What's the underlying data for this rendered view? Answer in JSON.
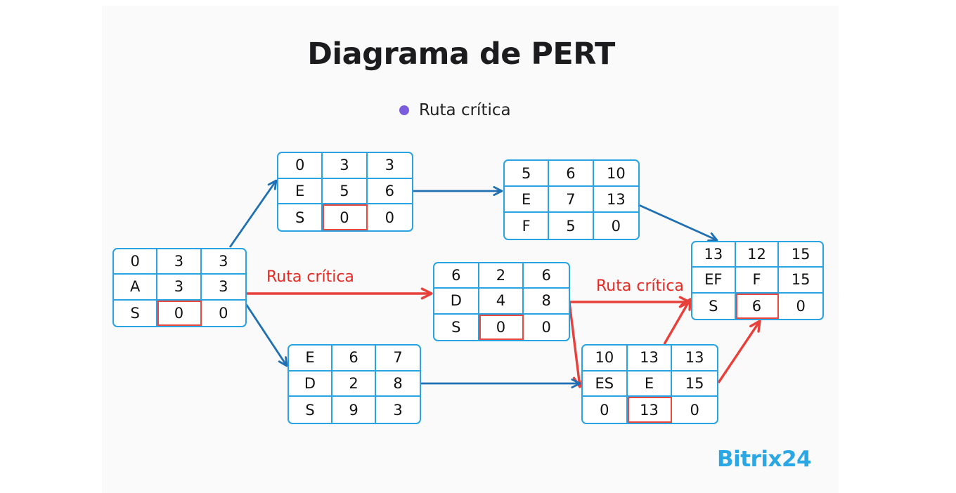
{
  "title": "Diagrama de PERT",
  "legend": {
    "label": "Ruta crítica",
    "color": "#7b5cdc"
  },
  "colors": {
    "node_border": "#2aa3e3",
    "normal_arrow": "#1f6fb2",
    "critical_arrow": "#e8403a",
    "critical_text": "#e32b24",
    "brand": "#2aa8e6"
  },
  "nodes": [
    {
      "id": "A",
      "cells": [
        [
          "0",
          "3",
          "3"
        ],
        [
          "A",
          "3",
          "3"
        ],
        [
          "S",
          "0",
          "0"
        ]
      ],
      "highlight": [
        2,
        1
      ]
    },
    {
      "id": "E1",
      "cells": [
        [
          "0",
          "3",
          "3"
        ],
        [
          "E",
          "5",
          "6"
        ],
        [
          "S",
          "0",
          "0"
        ]
      ],
      "highlight": [
        2,
        1
      ]
    },
    {
      "id": "E2",
      "cells": [
        [
          "5",
          "6",
          "10"
        ],
        [
          "E",
          "7",
          "13"
        ],
        [
          "F",
          "5",
          "0"
        ]
      ],
      "highlight": null
    },
    {
      "id": "D",
      "cells": [
        [
          "6",
          "2",
          "6"
        ],
        [
          "D",
          "4",
          "8"
        ],
        [
          "S",
          "0",
          "0"
        ]
      ],
      "highlight": [
        2,
        1
      ]
    },
    {
      "id": "ED",
      "cells": [
        [
          "E",
          "6",
          "7"
        ],
        [
          "D",
          "2",
          "8"
        ],
        [
          "S",
          "9",
          "3"
        ]
      ],
      "highlight": null
    },
    {
      "id": "ES",
      "cells": [
        [
          "10",
          "13",
          "13"
        ],
        [
          "ES",
          "E",
          "15"
        ],
        [
          "0",
          "13",
          "0"
        ]
      ],
      "highlight": [
        2,
        1
      ]
    },
    {
      "id": "EF",
      "cells": [
        [
          "13",
          "12",
          "15"
        ],
        [
          "EF",
          "F",
          "15"
        ],
        [
          "S",
          "6",
          "0"
        ]
      ],
      "highlight": [
        2,
        1
      ]
    }
  ],
  "edges": [
    {
      "from": "A",
      "to": "E1",
      "critical": false
    },
    {
      "from": "A",
      "to": "D",
      "critical": true
    },
    {
      "from": "A",
      "to": "ED",
      "critical": false
    },
    {
      "from": "E1",
      "to": "E2",
      "critical": false
    },
    {
      "from": "E2",
      "to": "EF",
      "critical": false
    },
    {
      "from": "D",
      "to": "EF",
      "critical": true
    },
    {
      "from": "D",
      "to": "ES",
      "critical": true
    },
    {
      "from": "ED",
      "to": "ES",
      "critical": false
    },
    {
      "from": "ES",
      "to": "EF",
      "critical": true
    },
    {
      "from": "ES",
      "to": "EF",
      "critical": true
    }
  ],
  "path_labels": [
    "Ruta crítica",
    "Ruta crítica"
  ],
  "brand": "Bitrix24"
}
